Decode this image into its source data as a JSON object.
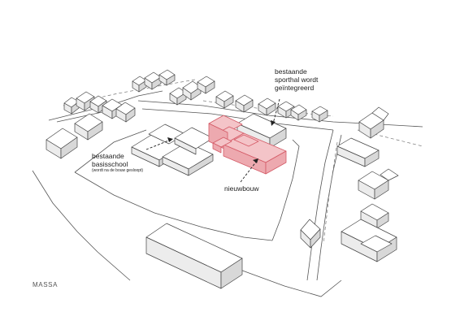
{
  "labels": {
    "sporthal": [
      "bestaande",
      "sporthal wordt",
      "geïntegreerd"
    ],
    "basisschool_title": [
      "bestaande",
      "basisschool"
    ],
    "basisschool_note": "(wordt na de bouw gesloopt)",
    "nieuwbouw": "nieuwbouw"
  },
  "caption": "MASSA",
  "colors": {
    "line": "#444444",
    "highlight_fill": "#f4c4c8",
    "highlight_fill_dark": "#eda9af",
    "highlight_stroke": "#d45a66",
    "building_top": "#ffffff",
    "building_side": "#ececec",
    "building_side_dark": "#d8d8d8"
  }
}
